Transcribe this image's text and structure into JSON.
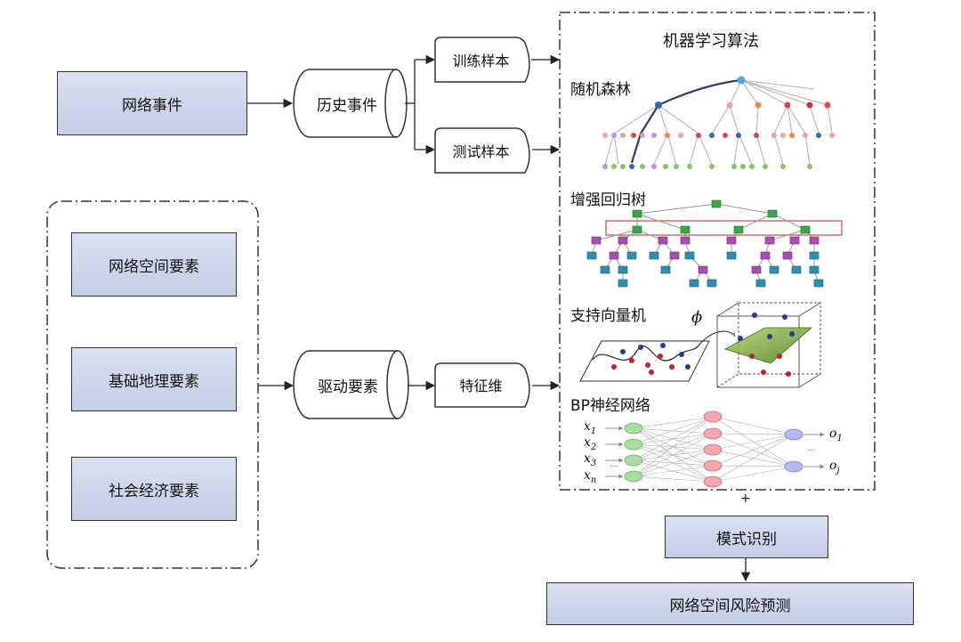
{
  "inputs": {
    "network_events": "网络事件",
    "historical_events": "历史事件",
    "training_samples": "训练样本",
    "test_samples": "测试样本"
  },
  "factors": {
    "items": [
      "网络空间要素",
      "基础地理要素",
      "社会经济要素"
    ],
    "driving_factors": "驱动要素",
    "feature_dimension": "特征维"
  },
  "ml_panel": {
    "title": "机器学习算法",
    "algorithms": [
      "随机森林",
      "增强回归树",
      "支持向量机",
      "BP神经网络"
    ],
    "svm_phi": "ϕ",
    "nn_inputs": [
      "x1",
      "x2",
      "x3",
      "xn"
    ],
    "nn_outputs": [
      "o1",
      "oj"
    ],
    "nn_dots": "...",
    "nn_dots_in": "..."
  },
  "plus": "+",
  "outputs": {
    "pattern_recognition": "模式识别",
    "risk_prediction": "网络空间风险预测"
  }
}
